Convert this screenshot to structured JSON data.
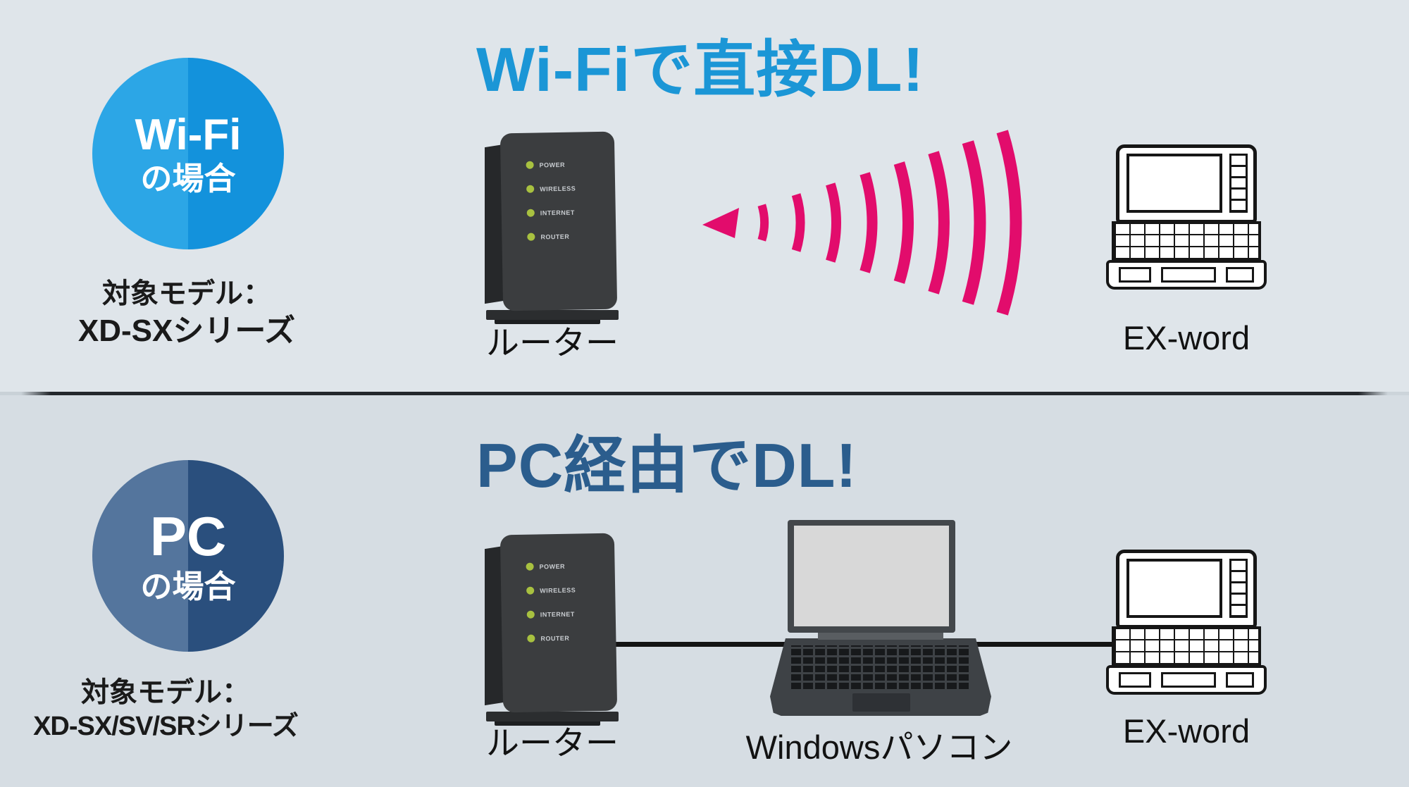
{
  "colors": {
    "bg_top": "#dfe5ea",
    "bg_bottom": "#d6dde3",
    "wave": "#e20c6c",
    "led_green": "#a8c140",
    "text_dark": "#1a1a1a"
  },
  "sections": [
    {
      "case": "wifi",
      "badge": {
        "line1": "Wi-Fi",
        "line2": "の場合",
        "color_left": "#2ca6e6",
        "color_right": "#1392dc"
      },
      "model": {
        "label": "対象モデル：",
        "value": "XD-SXシリーズ"
      },
      "title": {
        "text": "Wi-Fiで直接DL!",
        "color": "#1b96d6"
      },
      "labels": {
        "router": "ルーター",
        "exword": "EX-word"
      }
    },
    {
      "case": "pc",
      "badge": {
        "line1": "PC",
        "line2": "の場合",
        "color_left": "#54759d",
        "color_right": "#2a4f7d"
      },
      "model": {
        "label": "対象モデル：",
        "value": "XD-SX/SV/SRシリーズ"
      },
      "title": {
        "text": "PC経由でDL!",
        "color": "#2b5d8d"
      },
      "labels": {
        "router": "ルーター",
        "pc": "Windowsパソコン",
        "exword": "EX-word"
      }
    }
  ],
  "router_leds": [
    "POWER",
    "WIRELESS",
    "INTERNET",
    "ROUTER"
  ]
}
